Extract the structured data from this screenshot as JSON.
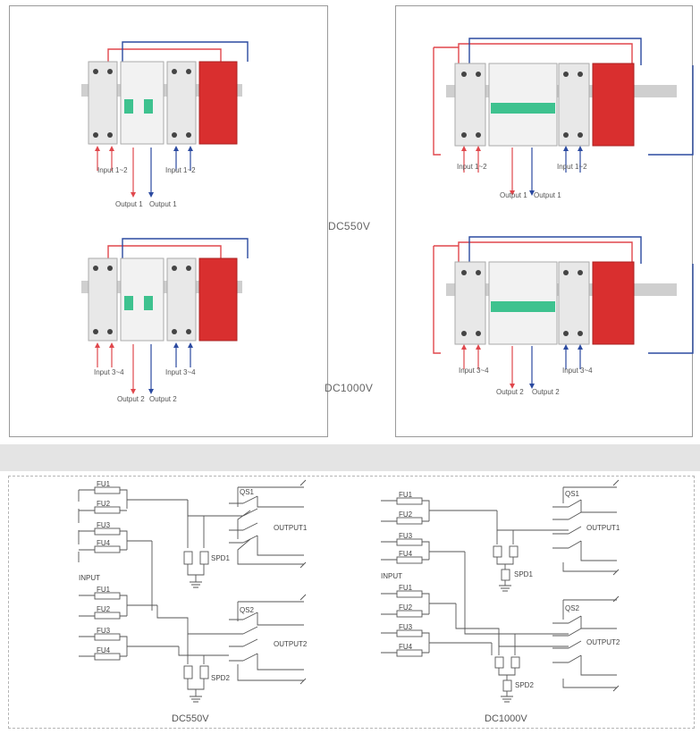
{
  "labels": {
    "dc550": "DC550V",
    "dc1000": "DC1000V",
    "input_1_2": "Input 1~2",
    "input_3_4": "Input 3~4",
    "output_1": "Output 1",
    "output_2": "Output 2"
  },
  "schematic": {
    "fu1": "FU1",
    "fu2": "FU2",
    "fu3": "FU3",
    "fu4": "FU4",
    "input": "INPUT",
    "qs1": "QS1",
    "qs2": "QS2",
    "output1": "OUTPUT1",
    "output2": "OUTPUT2",
    "spd1": "SPD1",
    "spd2": "SPD2"
  },
  "colors": {
    "positive_wire": "#e0474c",
    "negative_wire": "#2b4aa0",
    "spd_red": "#d92f2f",
    "breaker_green": "#3ec28f",
    "module_grey": "#e8e8e8"
  }
}
